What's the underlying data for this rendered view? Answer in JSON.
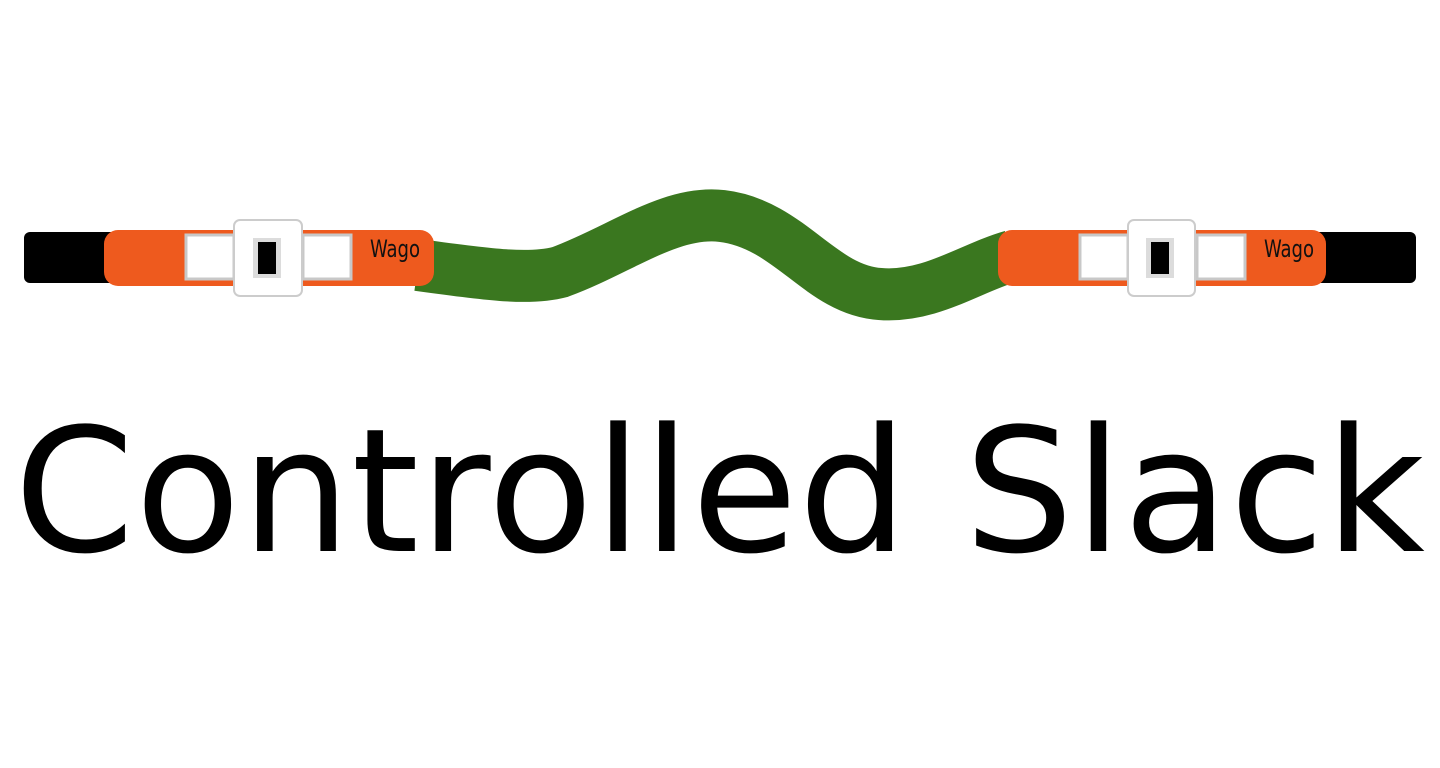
{
  "title": "Controlled Slack",
  "connectors": [
    {
      "label": "Wago"
    },
    {
      "label": "Wago"
    }
  ],
  "colors": {
    "background": "#ffffff",
    "cable_outer": "#000000",
    "connector_body": "#ee5a1e",
    "wire_slack": "#3a771f",
    "lever": "#ffffff",
    "lever_border": "#cccccc",
    "lever_slot": "#000000",
    "port": "#ffffff",
    "port_border": "#c8c8c8",
    "text": "#000000"
  }
}
